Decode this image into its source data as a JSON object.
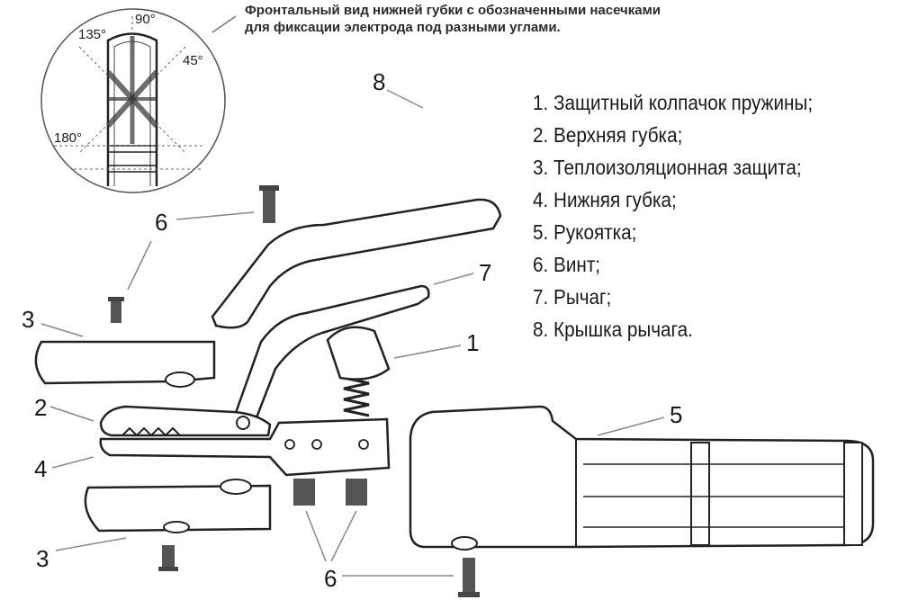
{
  "caption": {
    "line1": "Фронтальный вид нижней губки с обозначенными насечками",
    "line2": "для фиксации электрода под разными углами."
  },
  "angles": [
    "135°",
    "90°",
    "45°",
    "180°"
  ],
  "legend": [
    "1. Защитный колпачок пружины;",
    "2. Верхняя губка;",
    "3. Теплоизоляционная защита;",
    "4. Нижняя губка;",
    "5. Рукоятка;",
    "6. Винт;",
    "7. Рычаг;",
    "8. Крышка рычага."
  ],
  "callouts": {
    "n1": "1",
    "n2": "2",
    "n3a": "3",
    "n3b": "3",
    "n4": "4",
    "n5": "5",
    "n6a": "6",
    "n6b": "6",
    "n7": "7",
    "n8": "8"
  }
}
